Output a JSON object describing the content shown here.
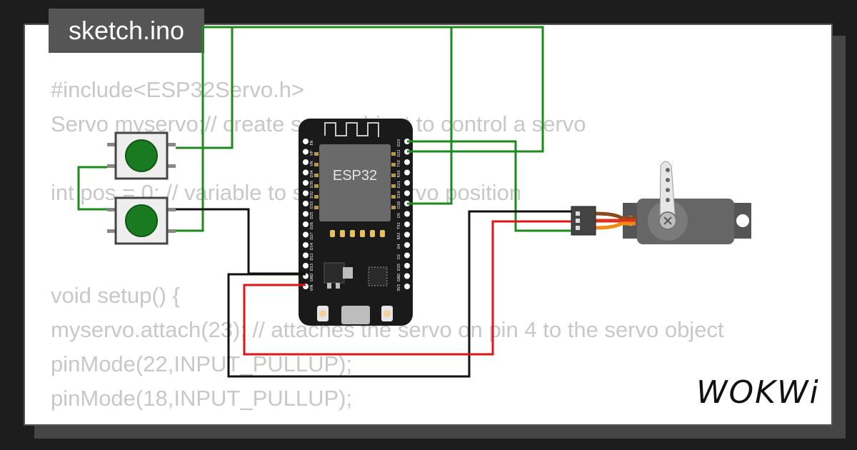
{
  "file_tab": {
    "label": "sketch.ino"
  },
  "code_lines": [
    "#include<ESP32Servo.h>",
    "Servo myservo;// create servo object to control a servo",
    "int pos = 0; // variable to store the servo position",
    "void setup() {",
    "myservo.attach(23); // attaches the servo on pin 4 to the servo object",
    "pinMode(22,INPUT_PULLUP);",
    "pinMode(18,INPUT_PULLUP);"
  ],
  "board": {
    "chip_label": "ESP32",
    "left_pins": [
      "EN",
      "VP",
      "VN",
      "D34",
      "D35",
      "D32",
      "D33",
      "D25",
      "D26",
      "D27",
      "D14",
      "D12",
      "D13",
      "GND",
      "VIN"
    ],
    "right_pins": [
      "D23",
      "D22",
      "TX0",
      "RX0",
      "D21",
      "D19",
      "D18",
      "D5",
      "TX2",
      "RX2",
      "D4",
      "D2",
      "D15",
      "GND",
      "3V3"
    ]
  },
  "brand": {
    "logo": "WOKWi"
  },
  "colors": {
    "wire_green": "#1e8a1e",
    "wire_red": "#e01414",
    "wire_black": "#111111",
    "servo_body": "#666666",
    "button_cap": "#1a7a22",
    "board": "#1a1a1a"
  }
}
